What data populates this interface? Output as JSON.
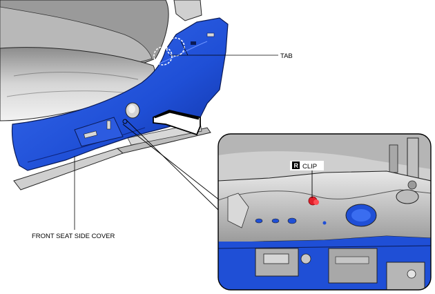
{
  "labels": {
    "tab": "TAB",
    "front_seat_side_cover": "FRONT SEAT SIDE COVER",
    "clip_badge": "R",
    "clip": "CLIP"
  },
  "colors": {
    "cover_blue": "#1f4fd6",
    "cover_blue_dark": "#0f2f9e",
    "clip_red": "#e0202a",
    "seat_gray": "#c9c9c9",
    "steel_gray": "#a9a9a9"
  }
}
